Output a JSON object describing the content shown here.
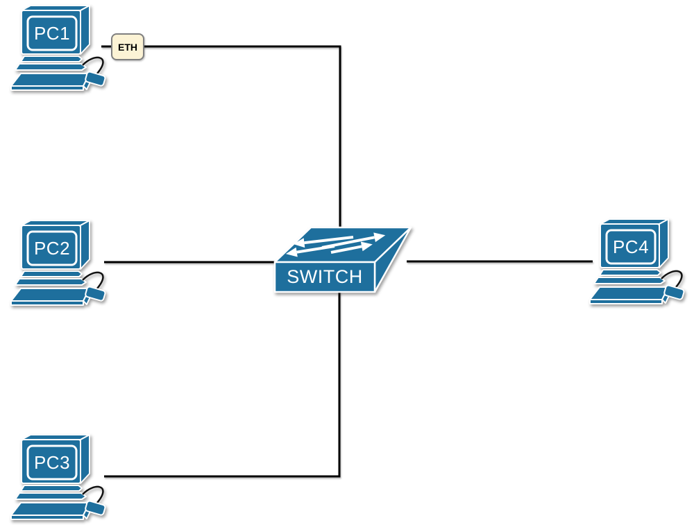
{
  "diagram": {
    "nodes": {
      "pc1": {
        "label": "PC1",
        "type": "pc"
      },
      "pc2": {
        "label": "PC2",
        "type": "pc"
      },
      "pc3": {
        "label": "PC3",
        "type": "pc"
      },
      "pc4": {
        "label": "PC4",
        "type": "pc"
      },
      "switch1": {
        "label": "SWITCH",
        "type": "switch"
      }
    },
    "edges": [
      {
        "from": "PC1",
        "to": "SWITCH",
        "label": "ETH"
      },
      {
        "from": "PC2",
        "to": "SWITCH",
        "label": ""
      },
      {
        "from": "PC3",
        "to": "SWITCH",
        "label": ""
      },
      {
        "from": "PC4",
        "to": "SWITCH",
        "label": ""
      }
    ],
    "colors": {
      "device_blue": "#1e6f9d",
      "line_black": "#000000",
      "eth_bg": "#fcf3d5",
      "eth_border": "#7f7f7f",
      "label_white": "#ffffff"
    }
  }
}
